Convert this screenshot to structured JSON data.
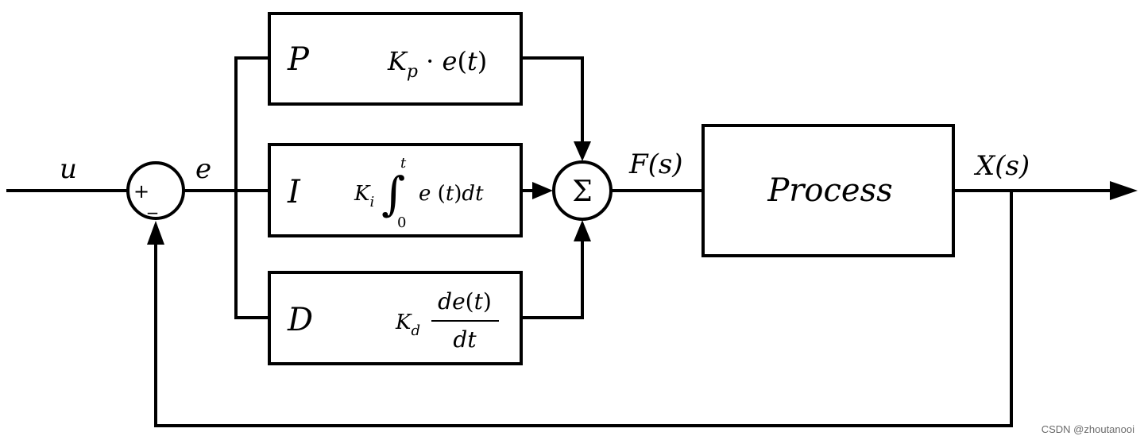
{
  "signals": {
    "input": "u",
    "error": "e",
    "control": "F(s)",
    "output": "X(s)"
  },
  "summing_junction": {
    "plus": "+",
    "minus": "_"
  },
  "sum_symbol": "Σ",
  "blocks": {
    "p": {
      "label": "P",
      "formula": "K_p · e(t)"
    },
    "i": {
      "label": "I",
      "formula": "K_i ∫_0^t e (t)dt"
    },
    "d": {
      "label": "D",
      "formula": "K_d de(t)/dt"
    },
    "process": {
      "label": "Process"
    }
  },
  "watermark": "CSDN @zhoutanooi"
}
